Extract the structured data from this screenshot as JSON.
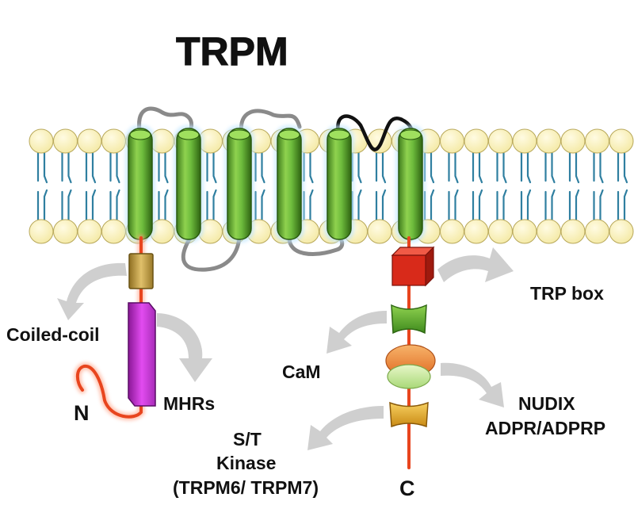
{
  "title": "TRPM",
  "labels": {
    "coiled_coil": "Coiled-coil",
    "mhrs": "MHRs",
    "n_terminus": "N",
    "c_terminus": "C",
    "trp_box": "TRP box",
    "cam": "CaM",
    "nudix": "NUDIX",
    "adpr": "ADPR/ADPRP",
    "kinase_line1": "S/T",
    "kinase_line2": "Kinase",
    "kinase_line3": "(TRPM6/ TRPM7)"
  },
  "colors": {
    "helix": "#6dbb3c",
    "helix_dark": "#3f7d1d",
    "lipid_head": "#fdf6c3",
    "lipid_tail": "#2f7fa0",
    "coiled_coil_domain": "#c9a84a",
    "mhr_domain": "#c832d8",
    "n_tail": "#e8451e",
    "trp_box_domain": "#d82a1a",
    "cam_domain": "#52a52a",
    "nudix_domain": "#f08a3a",
    "kinase_domain": "#e2a82a",
    "arrow": "#cfcfcf"
  }
}
